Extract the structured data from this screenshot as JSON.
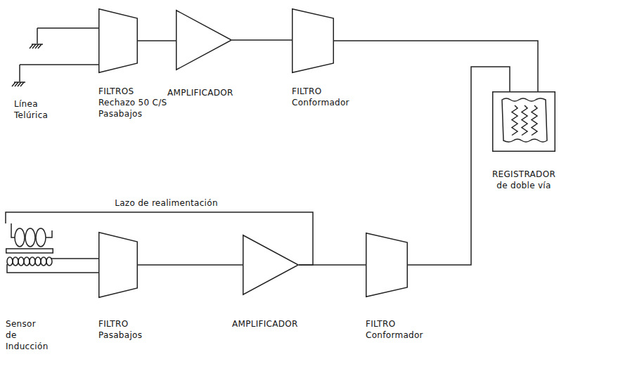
{
  "diagram": {
    "nodes": [
      {
        "text": [
          "Línea Telúrica"
        ]
      },
      {
        "text": [
          "FILTROS",
          "Rechazo 50 C/S Pasabajos"
        ]
      },
      {
        "text": [
          "AMPLIFICADOR"
        ]
      },
      {
        "text": [
          "FILTRO",
          "Conformador"
        ]
      },
      {
        "text": [
          "REGISTRADOR de doble vía"
        ]
      },
      {
        "text": [
          "Sensor de Inducción"
        ]
      },
      {
        "text": [
          "FILTRO",
          "Pasabajos"
        ]
      },
      {
        "text": [
          "AMPLIFICADOR"
        ]
      },
      {
        "text": [
          "FILTRO",
          "Conformador"
        ]
      }
    ],
    "edges": [
      {
        "from": 0,
        "to": 1,
        "arrow": "none"
      },
      {
        "from": 1,
        "to": 2,
        "arrow": "none"
      },
      {
        "from": 2,
        "to": 3,
        "arrow": "none"
      },
      {
        "from": 3,
        "to": 4,
        "arrow": "none"
      },
      {
        "from": 5,
        "to": 6,
        "arrow": "none"
      },
      {
        "from": 6,
        "to": 7,
        "arrow": "none"
      },
      {
        "from": 7,
        "to": 8,
        "arrow": "none"
      },
      {
        "from": 8,
        "to": 4,
        "arrow": "none"
      },
      {
        "from": 7,
        "to": 5,
        "label": "Lazo de realimentación",
        "arrow": "none"
      }
    ]
  }
}
